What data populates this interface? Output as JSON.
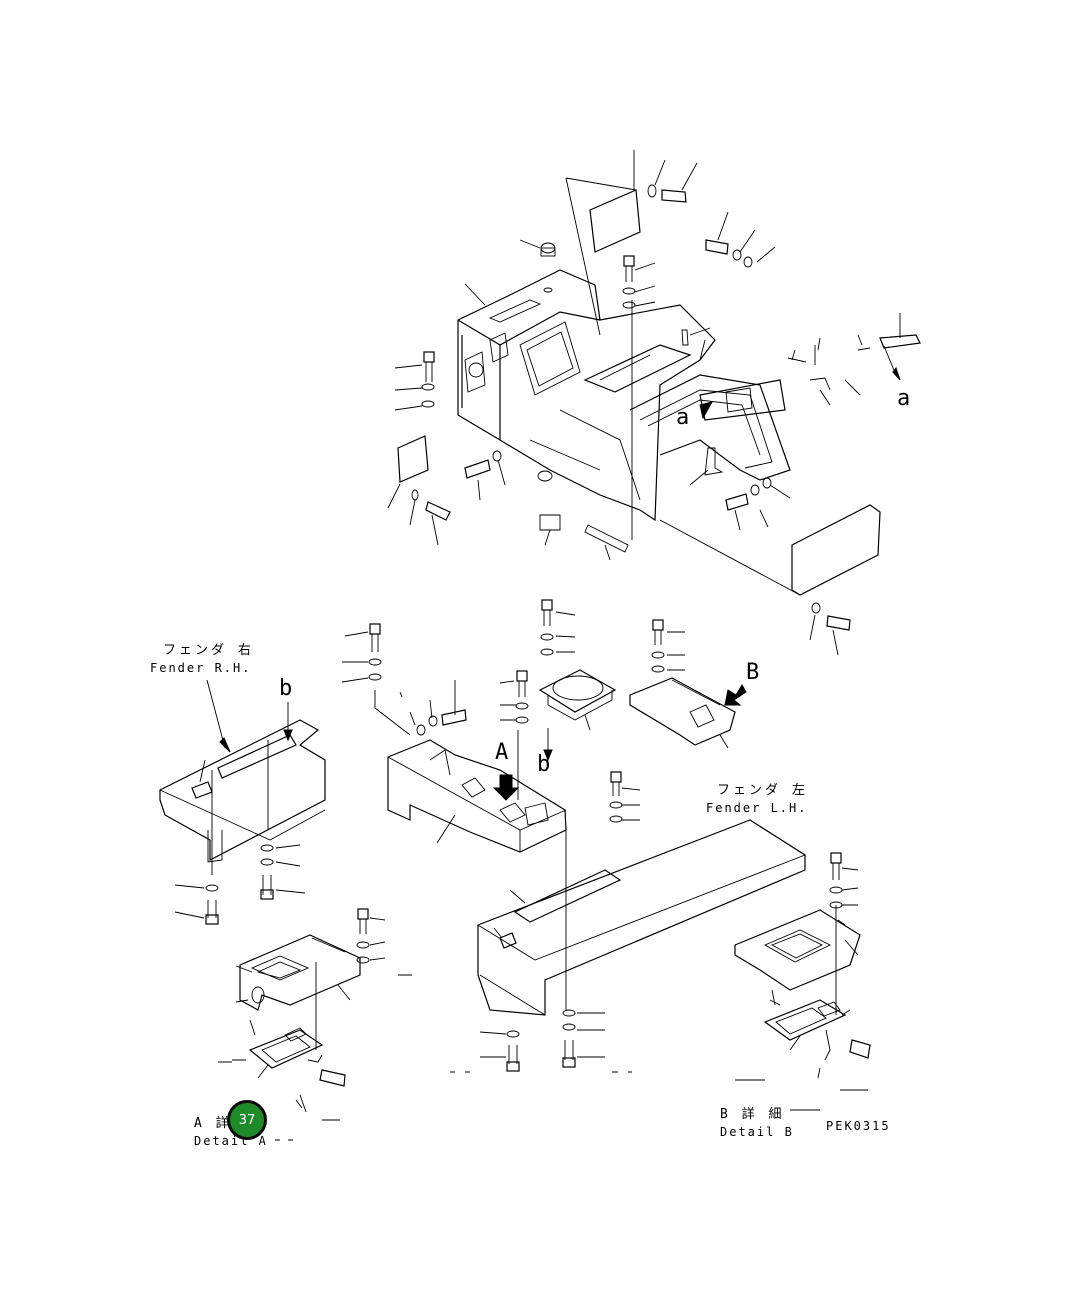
{
  "labels": {
    "fender_rh_jp": "フェンダ 右",
    "fender_rh_en": "Fender R.H.",
    "fender_lh_jp": "フェンダ 左",
    "fender_lh_en": "Fender L.H.",
    "ref_a_upper": "a",
    "ref_a_lower": "a",
    "ref_b_left": "b",
    "ref_b_mid": "b",
    "view_A": "A",
    "view_B": "B",
    "detail_a_jp": "A 詳",
    "detail_a_en": "Detail A",
    "detail_b_jp": "B 詳 細",
    "detail_b_en": "Detail B",
    "drawing_code": "PEK0315"
  },
  "badge": {
    "number": "37",
    "color": "#1f8a2a"
  },
  "colors": {
    "line": "#000000",
    "background": "#ffffff"
  }
}
